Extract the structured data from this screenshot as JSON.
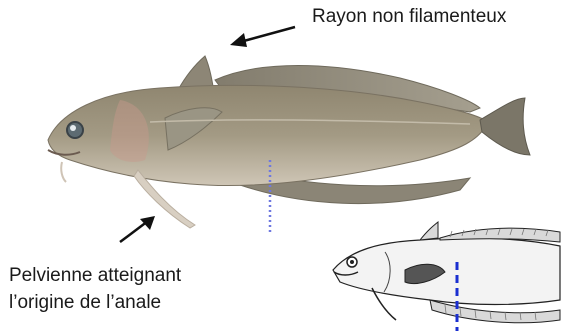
{
  "annotations": {
    "top_label": "Rayon non filamenteux",
    "bottom_label_line1": "Pelvienne atteignant",
    "bottom_label_line2": "l’origine de l’anale"
  },
  "colors": {
    "fish_body": "#9a8f78",
    "fish_belly": "#c9bfae",
    "fish_fin": "#8a8474",
    "tail_fin": "#7b7668",
    "dotted_marker": "#6f78e0",
    "dashed_marker": "#1a2fd0",
    "arrow": "#111111"
  },
  "icons": {
    "photo": "fish-photo",
    "sketch": "fish-sketch-illustration"
  }
}
